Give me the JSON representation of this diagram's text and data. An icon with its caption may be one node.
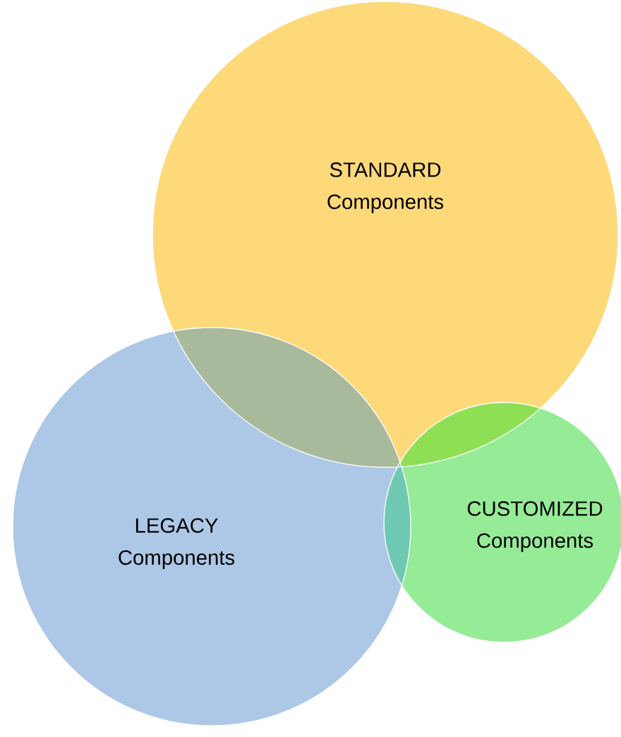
{
  "diagram": {
    "nodes": [
      {
        "text": [
          "STANDARD Components"
        ]
      },
      {
        "text": [
          "LEGACY Components"
        ]
      },
      {
        "text": [
          "CUSTOMIZED Components"
        ]
      }
    ]
  }
}
